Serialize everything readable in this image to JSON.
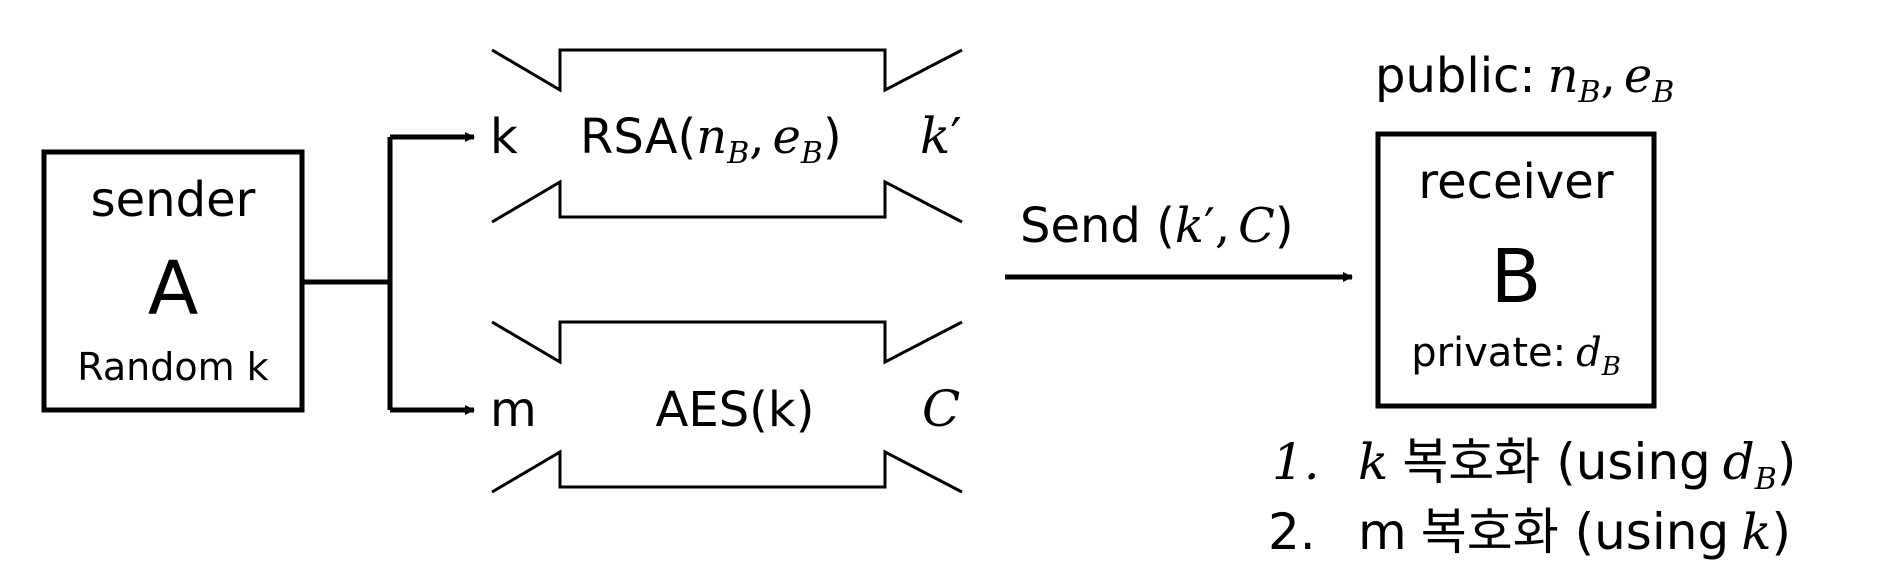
{
  "sender": {
    "role": "sender",
    "name": "A",
    "note": "Random k"
  },
  "channels": {
    "rsa": {
      "input": "k",
      "label_prefix": "RSA(",
      "n_base": "n",
      "e_base": "e",
      "subscript": "B",
      "comma": ",",
      "label_suffix": ")",
      "output_base": "k",
      "prime": "′"
    },
    "aes": {
      "input": "m",
      "label": "AES(k)",
      "output": "C"
    }
  },
  "send": {
    "prefix": "Send (",
    "k_base": "k",
    "prime": "′",
    "comma": ",",
    "c": "C",
    "suffix": ")"
  },
  "receiver": {
    "public_label": "public:",
    "n_base": "n",
    "e_base": "e",
    "subscript": "B",
    "comma": ",",
    "role": "receiver",
    "name": "B",
    "private_label": "private:",
    "d_base": "d"
  },
  "steps": [
    {
      "number": "1.",
      "var": "k",
      "text": "복호화 (using",
      "key_base": "d",
      "key_sub": "B",
      "close": ")"
    },
    {
      "number": "2.",
      "var": "m",
      "text": "복호화 (using",
      "key": "k",
      "close": ")"
    }
  ],
  "colors": {
    "ink": "#000000",
    "background": "#ffffff"
  }
}
